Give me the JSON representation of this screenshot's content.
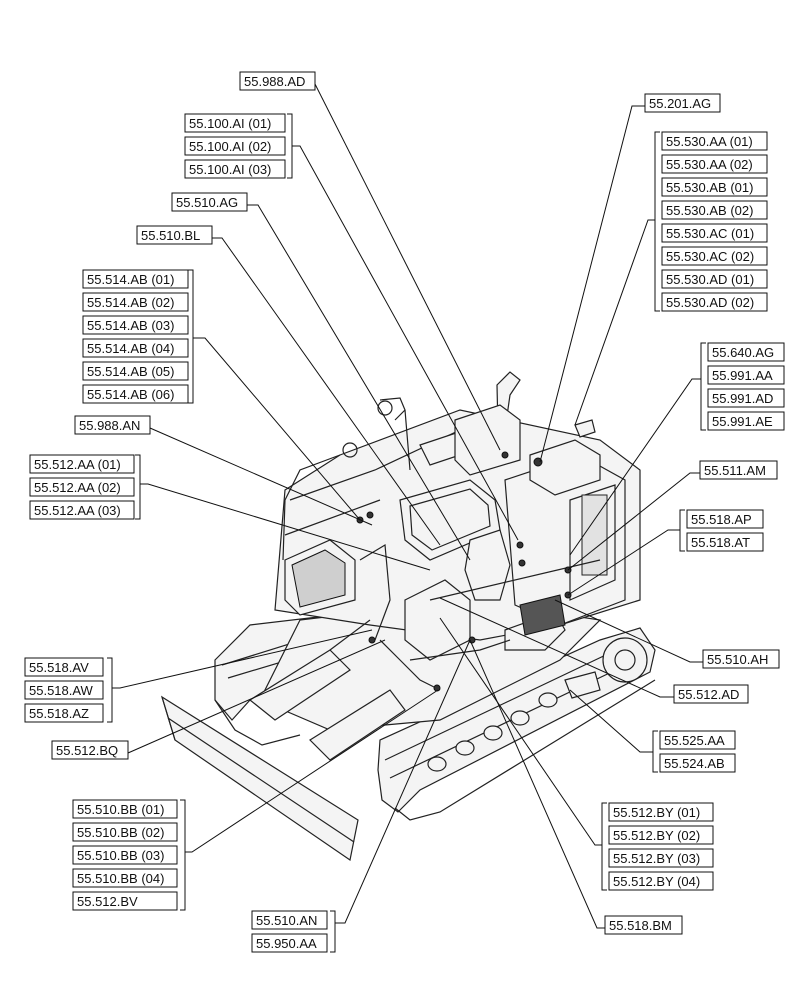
{
  "groups": [
    {
      "id": "g-55988ad",
      "labels": [
        "55.988.AD"
      ]
    },
    {
      "id": "g-55100ai",
      "labels": [
        "55.100.AI (01)",
        "55.100.AI (02)",
        "55.100.AI (03)"
      ]
    },
    {
      "id": "g-55510ag",
      "labels": [
        "55.510.AG"
      ]
    },
    {
      "id": "g-55510bl",
      "labels": [
        "55.510.BL"
      ]
    },
    {
      "id": "g-55514ab",
      "labels": [
        "55.514.AB (01)",
        "55.514.AB (02)",
        "55.514.AB (03)",
        "55.514.AB (04)",
        "55.514.AB (05)",
        "55.514.AB (06)"
      ]
    },
    {
      "id": "g-55988an",
      "labels": [
        "55.988.AN"
      ]
    },
    {
      "id": "g-55512aa",
      "labels": [
        "55.512.AA (01)",
        "55.512.AA (02)",
        "55.512.AA (03)"
      ]
    },
    {
      "id": "g-55518av",
      "labels": [
        "55.518.AV",
        "55.518.AW",
        "55.518.AZ"
      ]
    },
    {
      "id": "g-55512bq",
      "labels": [
        "55.512.BQ"
      ]
    },
    {
      "id": "g-55510bb",
      "labels": [
        "55.510.BB (01)",
        "55.510.BB (02)",
        "55.510.BB (03)",
        "55.510.BB (04)",
        "55.512.BV"
      ]
    },
    {
      "id": "g-55510an",
      "labels": [
        "55.510.AN",
        "55.950.AA"
      ]
    },
    {
      "id": "g-55201ag",
      "labels": [
        "55.201.AG"
      ]
    },
    {
      "id": "g-55530",
      "labels": [
        "55.530.AA (01)",
        "55.530.AA (02)",
        "55.530.AB (01)",
        "55.530.AB (02)",
        "55.530.AC (01)",
        "55.530.AC (02)",
        "55.530.AD (01)",
        "55.530.AD (02)"
      ]
    },
    {
      "id": "g-55640ag",
      "labels": [
        "55.640.AG",
        "55.991.AA",
        "55.991.AD",
        "55.991.AE"
      ]
    },
    {
      "id": "g-55511am",
      "labels": [
        "55.511.AM"
      ]
    },
    {
      "id": "g-55518ap",
      "labels": [
        "55.518.AP",
        "55.518.AT"
      ]
    },
    {
      "id": "g-55510ah",
      "labels": [
        "55.510.AH"
      ]
    },
    {
      "id": "g-55512ad",
      "labels": [
        "55.512.AD"
      ]
    },
    {
      "id": "g-55525aa",
      "labels": [
        "55.525.AA",
        "55.524.AB"
      ]
    },
    {
      "id": "g-55512by",
      "labels": [
        "55.512.BY (01)",
        "55.512.BY (02)",
        "55.512.BY (03)",
        "55.512.BY (04)"
      ]
    },
    {
      "id": "g-55518bm",
      "labels": [
        "55.518.BM"
      ]
    }
  ]
}
